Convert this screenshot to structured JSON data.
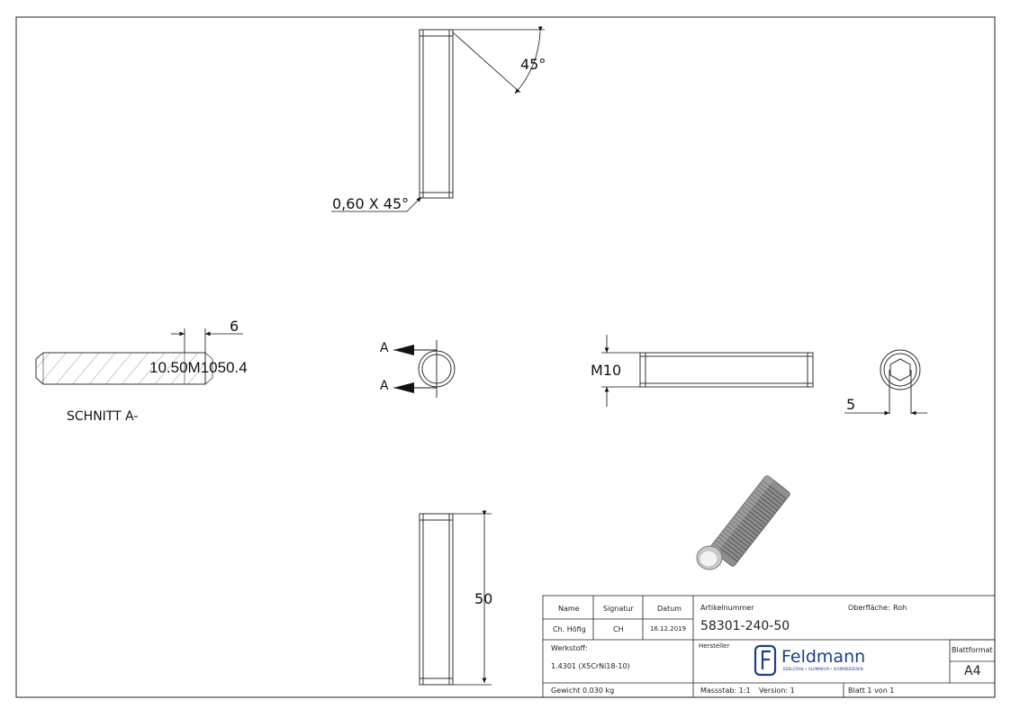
{
  "views": {
    "top_angle": "45°",
    "chamfer_label": "0,60 X 45°",
    "section_dim_6": "6",
    "section_overlay": "10.50M1050.4",
    "section_title": "SCHNITT A-",
    "arrow_label_top": "A",
    "arrow_label_bottom": "A",
    "thread_label": "M10",
    "hex_dim": "5",
    "length_dim": "50"
  },
  "title_block": {
    "h_name": "Name",
    "h_signatur": "Signatur",
    "h_datum": "Datum",
    "name": "Ch. Höfig",
    "signatur": "CH",
    "datum": "16.12.2019",
    "werkstoff_label": "Werkstoff:",
    "werkstoff": "1.4301 (X5CrNi18-10)",
    "gewicht": "Gewicht 0.030 kg",
    "artikel_label": "Artikelnummer",
    "oberflaeche_label": "Oberfläche:",
    "oberflaeche": "Roh",
    "artikel": "58301-240-50",
    "hersteller_label": "Hersteller",
    "logo_text": "Feldmann",
    "logo_sub": "EDELSTAHL • ALUMINIUM • SCHMIEDEEISEN",
    "massstab": "Massstab: 1:1",
    "version": "Version: 1",
    "blatt": "Blatt 1 von 1",
    "blattformat_label": "Blattformat",
    "blattformat": "A4"
  }
}
